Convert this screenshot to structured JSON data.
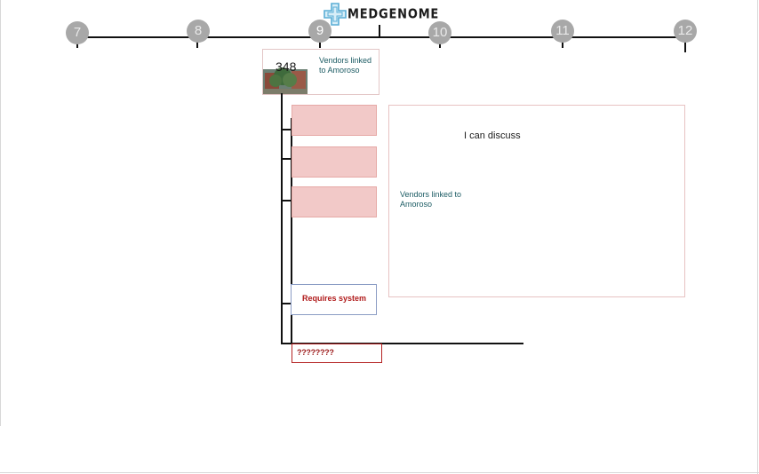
{
  "logo": {
    "text": "MEDGENOME",
    "icon": "medical-cross-icon",
    "colors": {
      "cross_outline": "#5aaed6",
      "cross_fill": "#d8eef8"
    }
  },
  "timeline": {
    "ticks": [
      "7",
      "8",
      "9",
      "10",
      "11",
      "12"
    ],
    "colors": {
      "marker": "#a8a8a8",
      "marker_text": "#e9e9e9",
      "current_marker_text": "#ffffff",
      "line": "#111111"
    }
  },
  "photo_card": {
    "number": "348",
    "text": "Vendors linked to Amoroso",
    "image": "building-photo"
  },
  "big_card": {
    "heading": "I can discuss",
    "link_text": "Vendors linked to Amoroso"
  },
  "blue_box": {
    "text": "Requires system"
  },
  "red_box": {
    "text": "????????"
  },
  "colors": {
    "pink_box_fill": "#f2c9c8",
    "pink_box_border": "#e6a9a6",
    "teal_text": "#1b5b63",
    "red_text": "#b01a1a",
    "blue_box_border": "#8a9cc4"
  }
}
